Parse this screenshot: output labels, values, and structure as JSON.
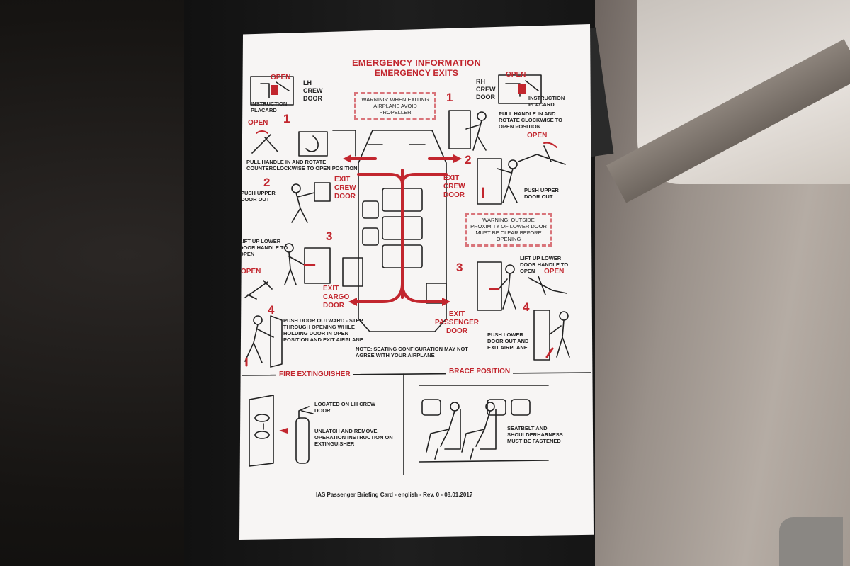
{
  "card": {
    "title": "EMERGENCY INFORMATION",
    "subtitle": "EMERGENCY EXITS",
    "warning_propeller": "WARNING: WHEN EXITING AIRPLANE AVOID PROPELLER",
    "warning_lower_door": "WARNING: OUTSIDE PROXIMITY OF LOWER DOOR MUST BE CLEAR BEFORE OPENING",
    "left": {
      "door_label": "LH CREW DOOR",
      "placard": "INSTRUCTION PLACARD",
      "open": "OPEN",
      "steps": [
        {
          "num": "1",
          "text": "PULL HANDLE IN AND ROTATE COUNTERCLOCKWISE TO OPEN POSITION"
        },
        {
          "num": "2",
          "text": "PUSH UPPER DOOR OUT"
        },
        {
          "num": "3",
          "text": "LIFT UP LOWER DOOR HANDLE TO OPEN"
        },
        {
          "num": "4",
          "text": "PUSH DOOR OUTWARD - STEP THROUGH OPENING WHILE HOLDING DOOR IN OPEN POSITION AND EXIT AIRPLANE"
        }
      ]
    },
    "right": {
      "door_label": "RH CREW DOOR",
      "placard": "INSTRUCTION PLACARD",
      "open": "OPEN",
      "steps": [
        {
          "num": "1",
          "text": "PULL HANDLE IN AND ROTATE CLOCKWISE TO OPEN POSITION"
        },
        {
          "num": "2",
          "text": "PUSH UPPER DOOR OUT"
        },
        {
          "num": "3",
          "text": "LIFT UP LOWER DOOR HANDLE TO OPEN"
        },
        {
          "num": "4",
          "text": "PUSH LOWER DOOR OUT AND EXIT AIRPLANE"
        }
      ]
    },
    "exits": {
      "left_crew": "EXIT CREW DOOR",
      "right_crew": "EXIT CREW DOOR",
      "cargo": "EXIT CARGO DOOR",
      "passenger": "EXIT PASSENGER DOOR"
    },
    "note": "NOTE: SEATING CONFIGURATION MAY NOT AGREE WITH YOUR AIRPLANE",
    "fire": {
      "title": "FIRE EXTINGUISHER",
      "line1": "LOCATED ON LH CREW DOOR",
      "line2": "UNLATCH AND REMOVE. OPERATION INSTRUCTION ON EXTINGUISHER"
    },
    "brace": {
      "title": "BRACE POSITION",
      "text": "SEATBELT AND SHOULDERHARNESS MUST BE FASTENED"
    },
    "footer": "IAS Passenger Briefing Card - english - Rev. 0 - 08.01.2017",
    "colors": {
      "accent": "#c2262e",
      "paper": "#f7f5f4"
    }
  }
}
